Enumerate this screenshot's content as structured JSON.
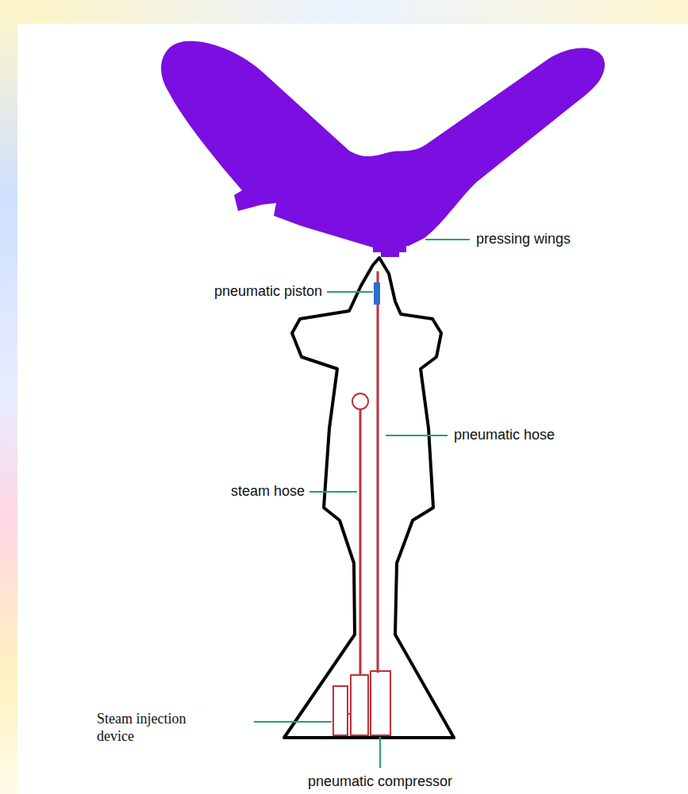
{
  "diagram": {
    "labels": [
      "pressing wings",
      "pneumatic piston",
      "pneumatic hose",
      "steam hose",
      "Steam injection device",
      "pneumatic compressor"
    ]
  }
}
